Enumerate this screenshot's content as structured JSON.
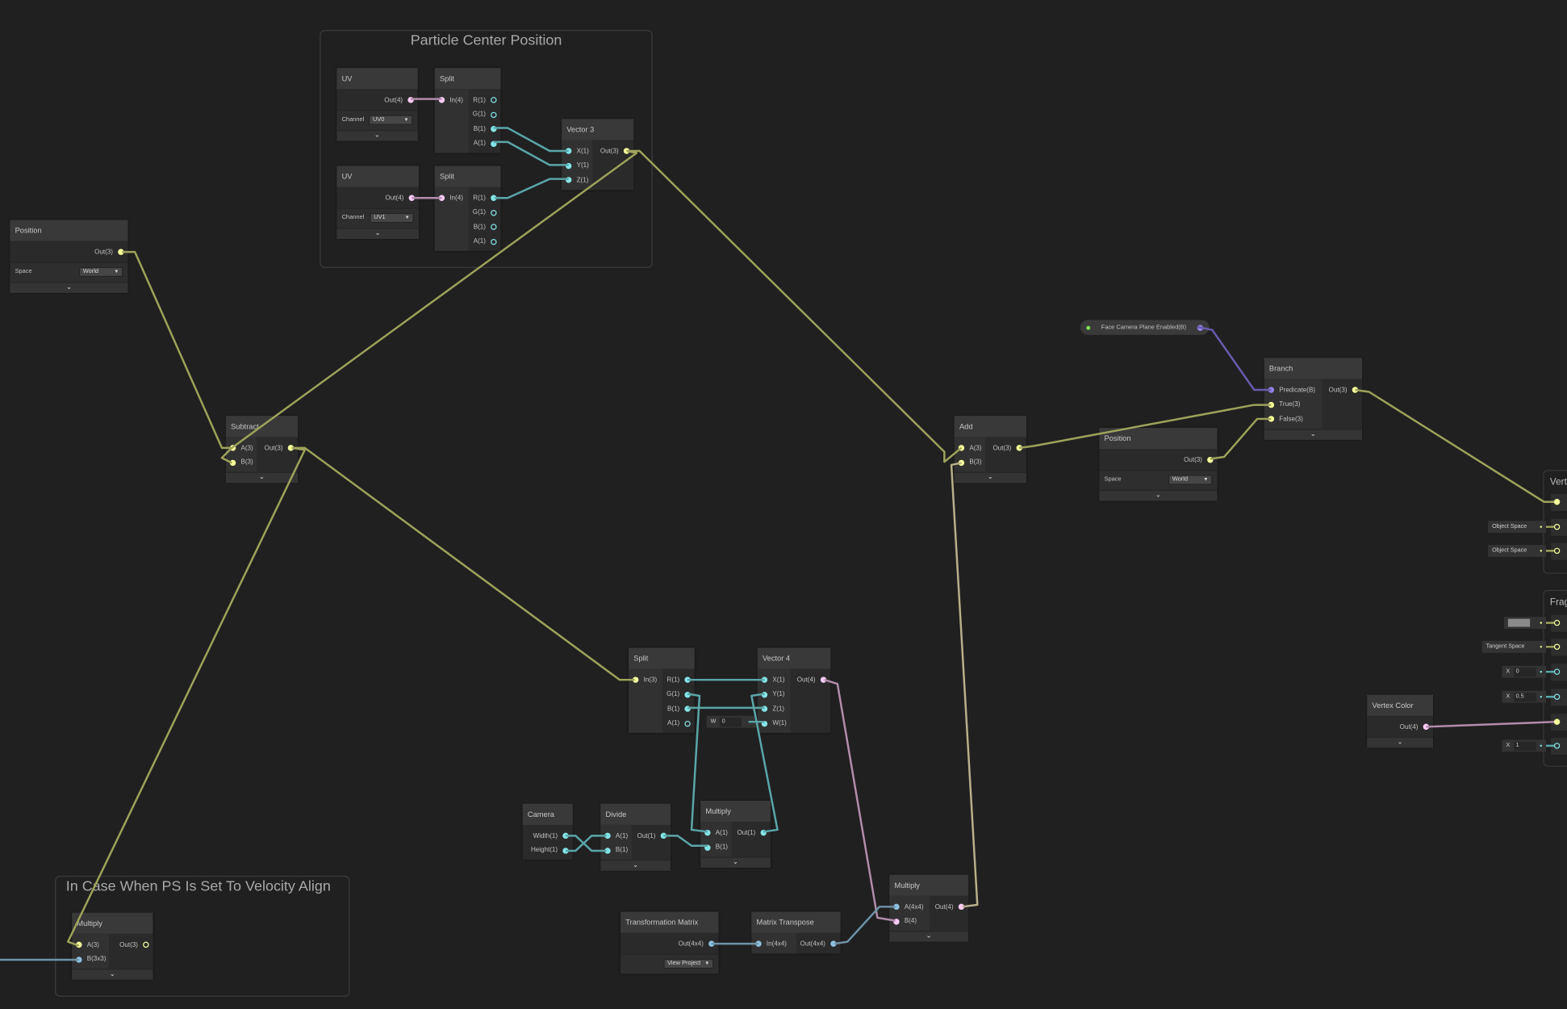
{
  "groups": [
    {
      "title": "Particle Center Position"
    },
    {
      "title": "In Case When PS Is Set To Velocity Align"
    }
  ],
  "nodes": {
    "uv0": {
      "title": "UV",
      "inputs": [],
      "outputs": [
        "Out(4)"
      ],
      "control": {
        "label": "Channel",
        "value": "UV0"
      }
    },
    "split0": {
      "title": "Split",
      "inputs": [
        "In(4)"
      ],
      "outputs": [
        "R(1)",
        "G(1)",
        "B(1)",
        "A(1)"
      ]
    },
    "vec3": {
      "title": "Vector 3",
      "inputs": [
        "X(1)",
        "Y(1)",
        "Z(1)"
      ],
      "outputs": [
        "Out(3)"
      ]
    },
    "uv1": {
      "title": "UV",
      "inputs": [],
      "outputs": [
        "Out(4)"
      ],
      "control": {
        "label": "Channel",
        "value": "UV1"
      }
    },
    "split1": {
      "title": "Split",
      "inputs": [
        "In(4)"
      ],
      "outputs": [
        "R(1)",
        "G(1)",
        "B(1)",
        "A(1)"
      ]
    },
    "pos0": {
      "title": "Position",
      "inputs": [],
      "outputs": [
        "Out(3)"
      ],
      "control": {
        "label": "Space",
        "value": "World"
      }
    },
    "sub": {
      "title": "Subtract",
      "inputs": [
        "A(3)",
        "B(3)"
      ],
      "outputs": [
        "Out(3)"
      ]
    },
    "mulBL": {
      "title": "Multiply",
      "inputs": [
        "A(3)",
        "B(3x3)"
      ],
      "outputs": [
        "Out(3)"
      ]
    },
    "splitM": {
      "title": "Split",
      "inputs": [
        "In(3)"
      ],
      "outputs": [
        "R(1)",
        "G(1)",
        "B(1)",
        "A(1)"
      ]
    },
    "vec4": {
      "title": "Vector 4",
      "inputs": [
        "X(1)",
        "Y(1)",
        "Z(1)",
        "W(1)"
      ],
      "outputs": [
        "Out(4)"
      ]
    },
    "camera": {
      "title": "Camera",
      "inputs": [],
      "outputs": [
        "Width(1)",
        "Height(1)"
      ]
    },
    "divide": {
      "title": "Divide",
      "inputs": [
        "A(1)",
        "B(1)"
      ],
      "outputs": [
        "Out(1)"
      ]
    },
    "mulM": {
      "title": "Multiply",
      "inputs": [
        "A(1)",
        "B(1)"
      ],
      "outputs": [
        "Out(1)"
      ]
    },
    "tm": {
      "title": "Transformation Matrix",
      "inputs": [],
      "outputs": [
        "Out(4x4)"
      ],
      "control": {
        "label": "",
        "value": "View Project"
      }
    },
    "mt": {
      "title": "Matrix Transpose",
      "inputs": [
        "In(4x4)"
      ],
      "outputs": [
        "Out(4x4)"
      ]
    },
    "mulR": {
      "title": "Multiply",
      "inputs": [
        "A(4x4)",
        "B(4)"
      ],
      "outputs": [
        "Out(4)"
      ]
    },
    "add": {
      "title": "Add",
      "inputs": [
        "A(3)",
        "B(3)"
      ],
      "outputs": [
        "Out(3)"
      ]
    },
    "pos1": {
      "title": "Position",
      "inputs": [],
      "outputs": [
        "Out(3)"
      ],
      "control": {
        "label": "Space",
        "value": "World"
      }
    },
    "branch": {
      "title": "Branch",
      "inputs": [
        "Predicate(B)",
        "True(3)",
        "False(3)"
      ],
      "outputs": [
        "Out(3)"
      ]
    },
    "vcolor": {
      "title": "Vertex Color",
      "inputs": [],
      "outputs": [
        "Out(4)"
      ]
    }
  },
  "vec4_w_input": {
    "label": "W",
    "value": "0"
  },
  "property": {
    "label": "Face Camera Plane Enabled(B)"
  },
  "master": {
    "vertex_title": "Vert",
    "fragment_title": "Frag",
    "vertex_inputs": [
      "Object Space",
      "Object Space"
    ],
    "fragment_inputs": {
      "normal_space": "Tangent Space",
      "x_label": "X",
      "values": [
        "0",
        "0.5",
        "1"
      ],
      "swatch_color": "#8a8a8a"
    }
  },
  "colors": {
    "background": "#202020",
    "vector1": "#84e4e7",
    "vector3": "#f6ff9a",
    "vector4": "#fbcbf4",
    "matrix": "#8fc1df",
    "boolean": "#9481e6"
  }
}
